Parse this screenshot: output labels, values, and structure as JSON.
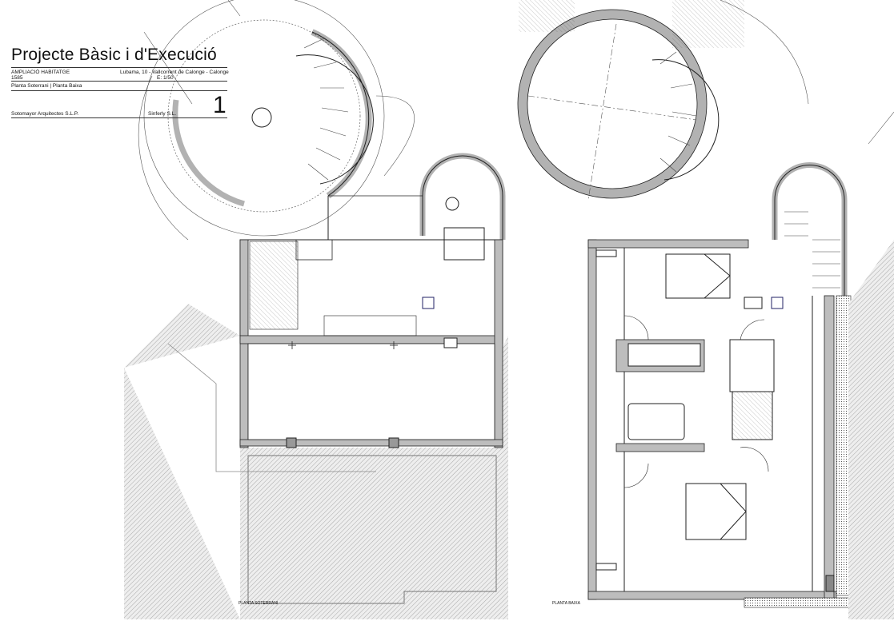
{
  "title_block": {
    "title": "Projecte Bàsic i d'Execució",
    "project": "AMPLIACIÓ HABITATGE",
    "project_number": "1585",
    "address": "Lubama, 10 - Vallcorrent de Calonge - Calonge",
    "scale": "E: 1/50",
    "sheet_contents": "Planta Soterrani | Planta Baixa",
    "architect": "Sotomayor Arquitectes S.L.P.",
    "client": "Sinferly S.L.",
    "sheet_number": "1"
  },
  "plans": [
    {
      "label": "PLANTA SOTERRANI"
    },
    {
      "label": "PLANTA BAIXA"
    }
  ],
  "colors": {
    "line": "#222222",
    "wall_fill": "#bdbdbd",
    "hatch": "#9a9a9a"
  }
}
